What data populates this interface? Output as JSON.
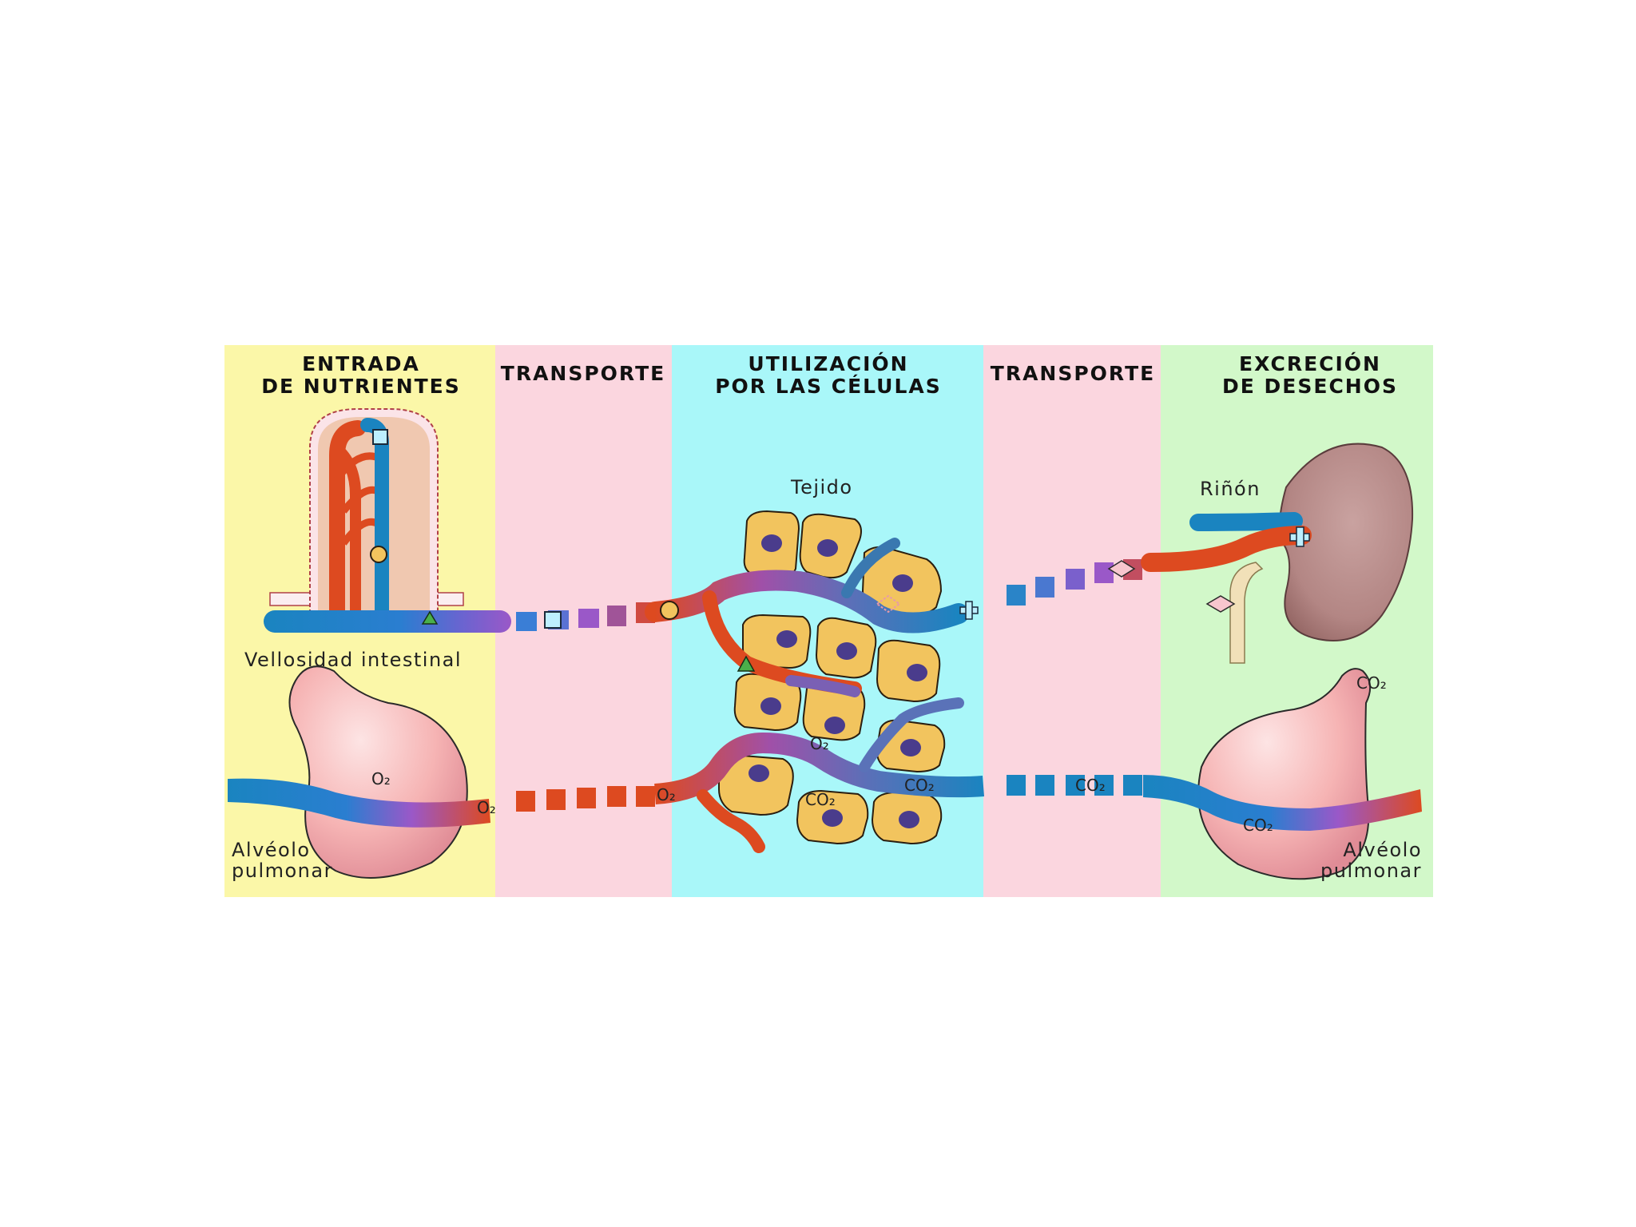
{
  "colors": {
    "panel_intake": "#fbf7a8",
    "panel_transport": "#fbd6df",
    "panel_cells": "#a9f7f9",
    "panel_excretion": "#d2f8c9",
    "artery": "#dd4a20",
    "vein": "#1a84c0",
    "mixed": "#9a58c8",
    "tissue_cell": "#f2c45e",
    "alveolus": "#f7b3b3",
    "kidney": "#b88888"
  },
  "headers": {
    "intake_line1": "ENTRADA",
    "intake_line2": "DE NUTRIENTES",
    "transport_left": "TRANSPORTE",
    "cells_line1": "UTILIZACIÓN",
    "cells_line2": "POR LAS CÉLULAS",
    "transport_right": "TRANSPORTE",
    "excretion_line1": "EXCRECIÓN",
    "excretion_line2": "DE DESECHOS"
  },
  "labels": {
    "villus": "Vellosidad intestinal",
    "alveolus_left_line1": "Alvéolo",
    "alveolus_left_line2": "pulmonar",
    "tissue": "Tejido",
    "kidney": "Riñón",
    "alveolus_right_line1": "Alvéolo",
    "alveolus_right_line2": "pulmonar"
  },
  "gases": {
    "o2": "O₂",
    "co2": "CO₂"
  },
  "icons": [
    "square-nutrient-icon",
    "circle-nutrient-icon",
    "triangle-nutrient-icon",
    "diamond-waste-icon",
    "cross-waste-icon"
  ]
}
